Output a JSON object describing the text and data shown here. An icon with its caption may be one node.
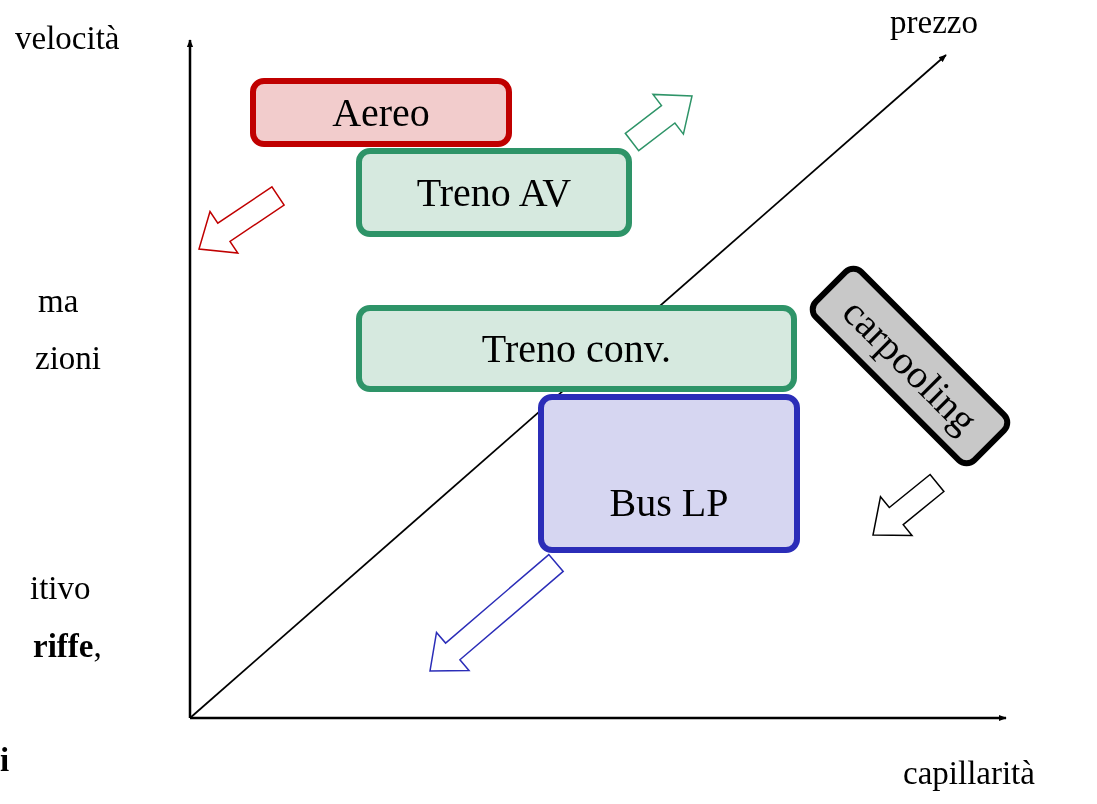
{
  "diagram": {
    "nodes": [
      {
        "text": [
          "Aereo"
        ]
      },
      {
        "text": [
          "Treno AV"
        ]
      },
      {
        "text": [
          "Treno conv."
        ]
      },
      {
        "text": [
          "Bus LP"
        ]
      },
      {
        "text": [
          "carpooling"
        ]
      }
    ],
    "labels": [
      "velocità",
      "prezzo",
      "capillarità",
      "ma",
      "zioni",
      "itivo",
      "**riffe**,",
      "i"
    ]
  }
}
